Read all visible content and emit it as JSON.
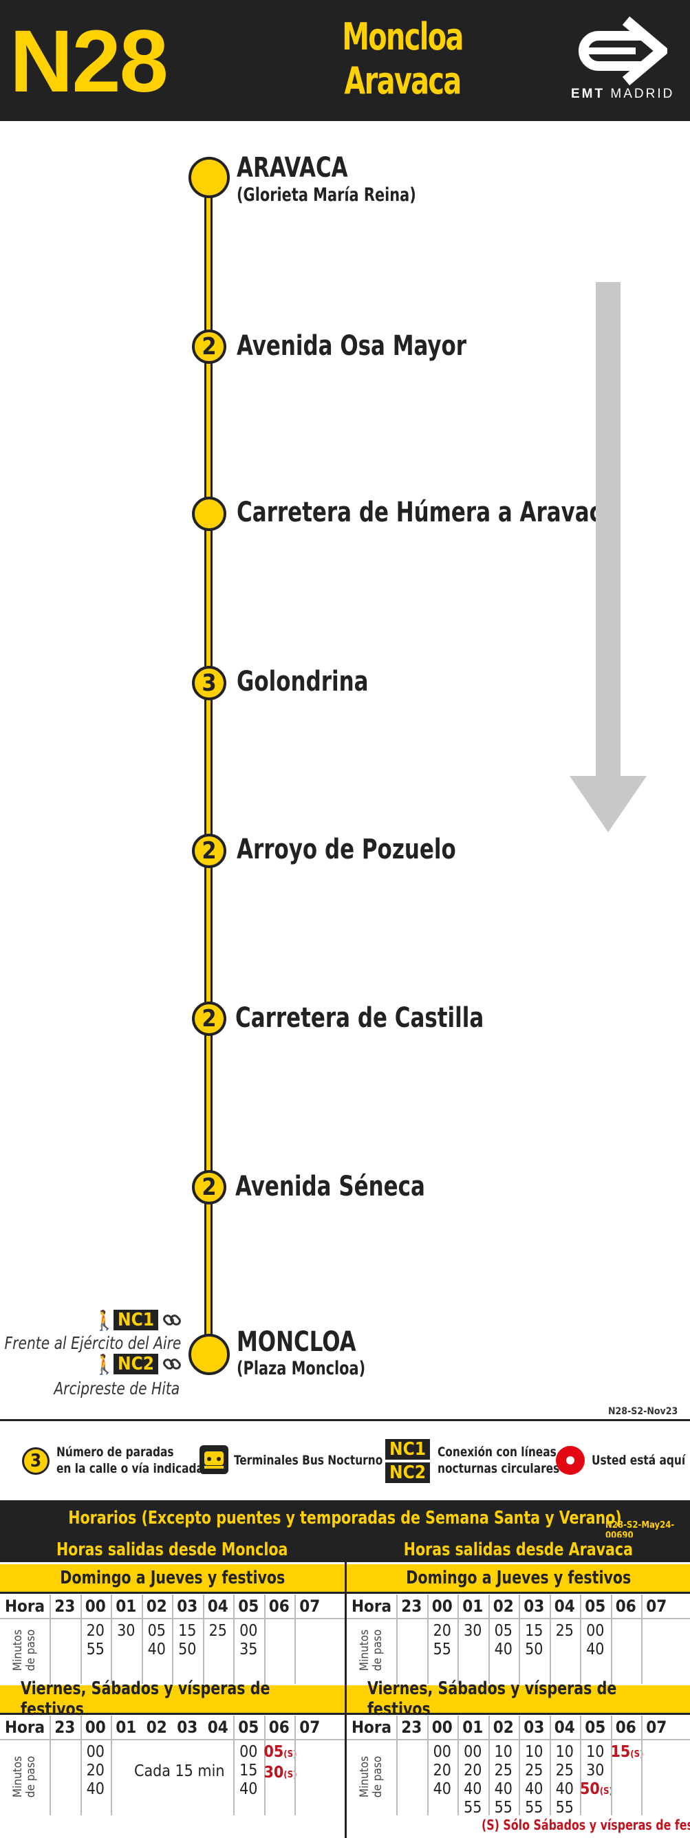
{
  "header": {
    "route": "N28",
    "destination_1": "Moncloa",
    "destination_2": "Aravaca",
    "brand": "EMT",
    "brand_city": "MADRID"
  },
  "stops": [
    {
      "name": "ARAVACA",
      "sub": "(Glorieta María Reina)",
      "count": ""
    },
    {
      "name": "Avenida Osa Mayor",
      "sub": "",
      "count": "2"
    },
    {
      "name": "Carretera de Húmera a Aravaca",
      "sub": "",
      "count": ""
    },
    {
      "name": "Golondrina",
      "sub": "",
      "count": "3"
    },
    {
      "name": "Arroyo de Pozuelo",
      "sub": "",
      "count": "2"
    },
    {
      "name": "Carretera de Castilla",
      "sub": "",
      "count": "2"
    },
    {
      "name": "Avenida Séneca",
      "sub": "",
      "count": "2"
    },
    {
      "name": "MONCLOA",
      "sub": "(Plaza Moncloa)",
      "count": ""
    }
  ],
  "connections": [
    {
      "line": "NC1",
      "place": "Frente al Ejército del Aire"
    },
    {
      "line": "NC2",
      "place": "Arcipreste de Hita"
    }
  ],
  "map_code": "N28-S2-Nov23",
  "legend": {
    "stops_count_sample": "3",
    "stops_count_line1": "Número de paradas",
    "stops_count_line2": "en la calle o vía indicada",
    "terminals": "Terminales Bus Nocturno",
    "nc1": "NC1",
    "nc2": "NC2",
    "conn_line1": "Conexión con líneas",
    "conn_line2": "nocturnas circulares",
    "here": "Usted está aquí"
  },
  "timetable": {
    "title": "Horarios (Excepto puentes y temporadas de Semana Santa y Verano)",
    "code": "N28-S2-May24-00690",
    "from_moncloa": "Horas salidas desde Moncloa",
    "from_aravaca": "Horas salidas desde Aravaca",
    "weekday_label": "Domingo a Jueves y festivos",
    "weekend_label": "Viernes, Sábados y vísperas de festivos",
    "hour_label": "Hora",
    "minutes_label_1": "Minutos",
    "minutes_label_2": "de paso",
    "hours": [
      "23",
      "00",
      "01",
      "02",
      "03",
      "04",
      "05",
      "06",
      "07"
    ],
    "moncloa_weekday": [
      [],
      [
        "20",
        "55"
      ],
      [
        "30"
      ],
      [
        "05",
        "40"
      ],
      [
        "15",
        "50"
      ],
      [
        "25"
      ],
      [
        "00",
        "35"
      ],
      [],
      []
    ],
    "aravaca_weekday": [
      [],
      [
        "20",
        "55"
      ],
      [
        "30"
      ],
      [
        "05",
        "40"
      ],
      [
        "15",
        "50"
      ],
      [
        "25"
      ],
      [
        "00",
        "40"
      ],
      [],
      []
    ],
    "moncloa_weekend": [
      [],
      [
        "00",
        "20",
        "40"
      ],
      [],
      [],
      [],
      [],
      [
        "00",
        "15",
        "40"
      ],
      [
        "05(S)",
        "30(S)"
      ],
      []
    ],
    "moncloa_weekend_every": "Cada 15 min",
    "aravaca_weekend": [
      [],
      [
        "00",
        "20",
        "40"
      ],
      [
        "00",
        "20",
        "40",
        "55"
      ],
      [
        "10",
        "25",
        "40",
        "55"
      ],
      [
        "10",
        "25",
        "40",
        "55"
      ],
      [
        "10",
        "25",
        "40",
        "55"
      ],
      [
        "10",
        "30",
        "50(S)"
      ],
      [
        "15(S)"
      ],
      []
    ],
    "note": "(S) Sólo Sábados y vísperas de festivo"
  },
  "colors": {
    "yellow": "#ffd100",
    "dark": "#222222",
    "red": "#c1121f",
    "arrow": "#c8c8c8"
  }
}
